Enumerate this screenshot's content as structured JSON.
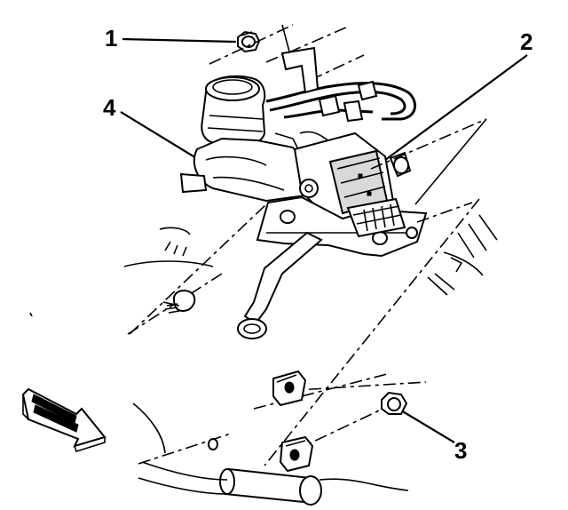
{
  "figure": {
    "callouts": [
      {
        "id": "1",
        "label": "1"
      },
      {
        "id": "2",
        "label": "2"
      },
      {
        "id": "3",
        "label": "3"
      },
      {
        "id": "4",
        "label": "4"
      }
    ],
    "icons": {
      "front_arrow": "front-direction-arrow-icon",
      "nut": "nut-icon",
      "bolt": "bolt-icon"
    },
    "colors": {
      "ink": "#000000",
      "paper": "#ffffff"
    }
  }
}
